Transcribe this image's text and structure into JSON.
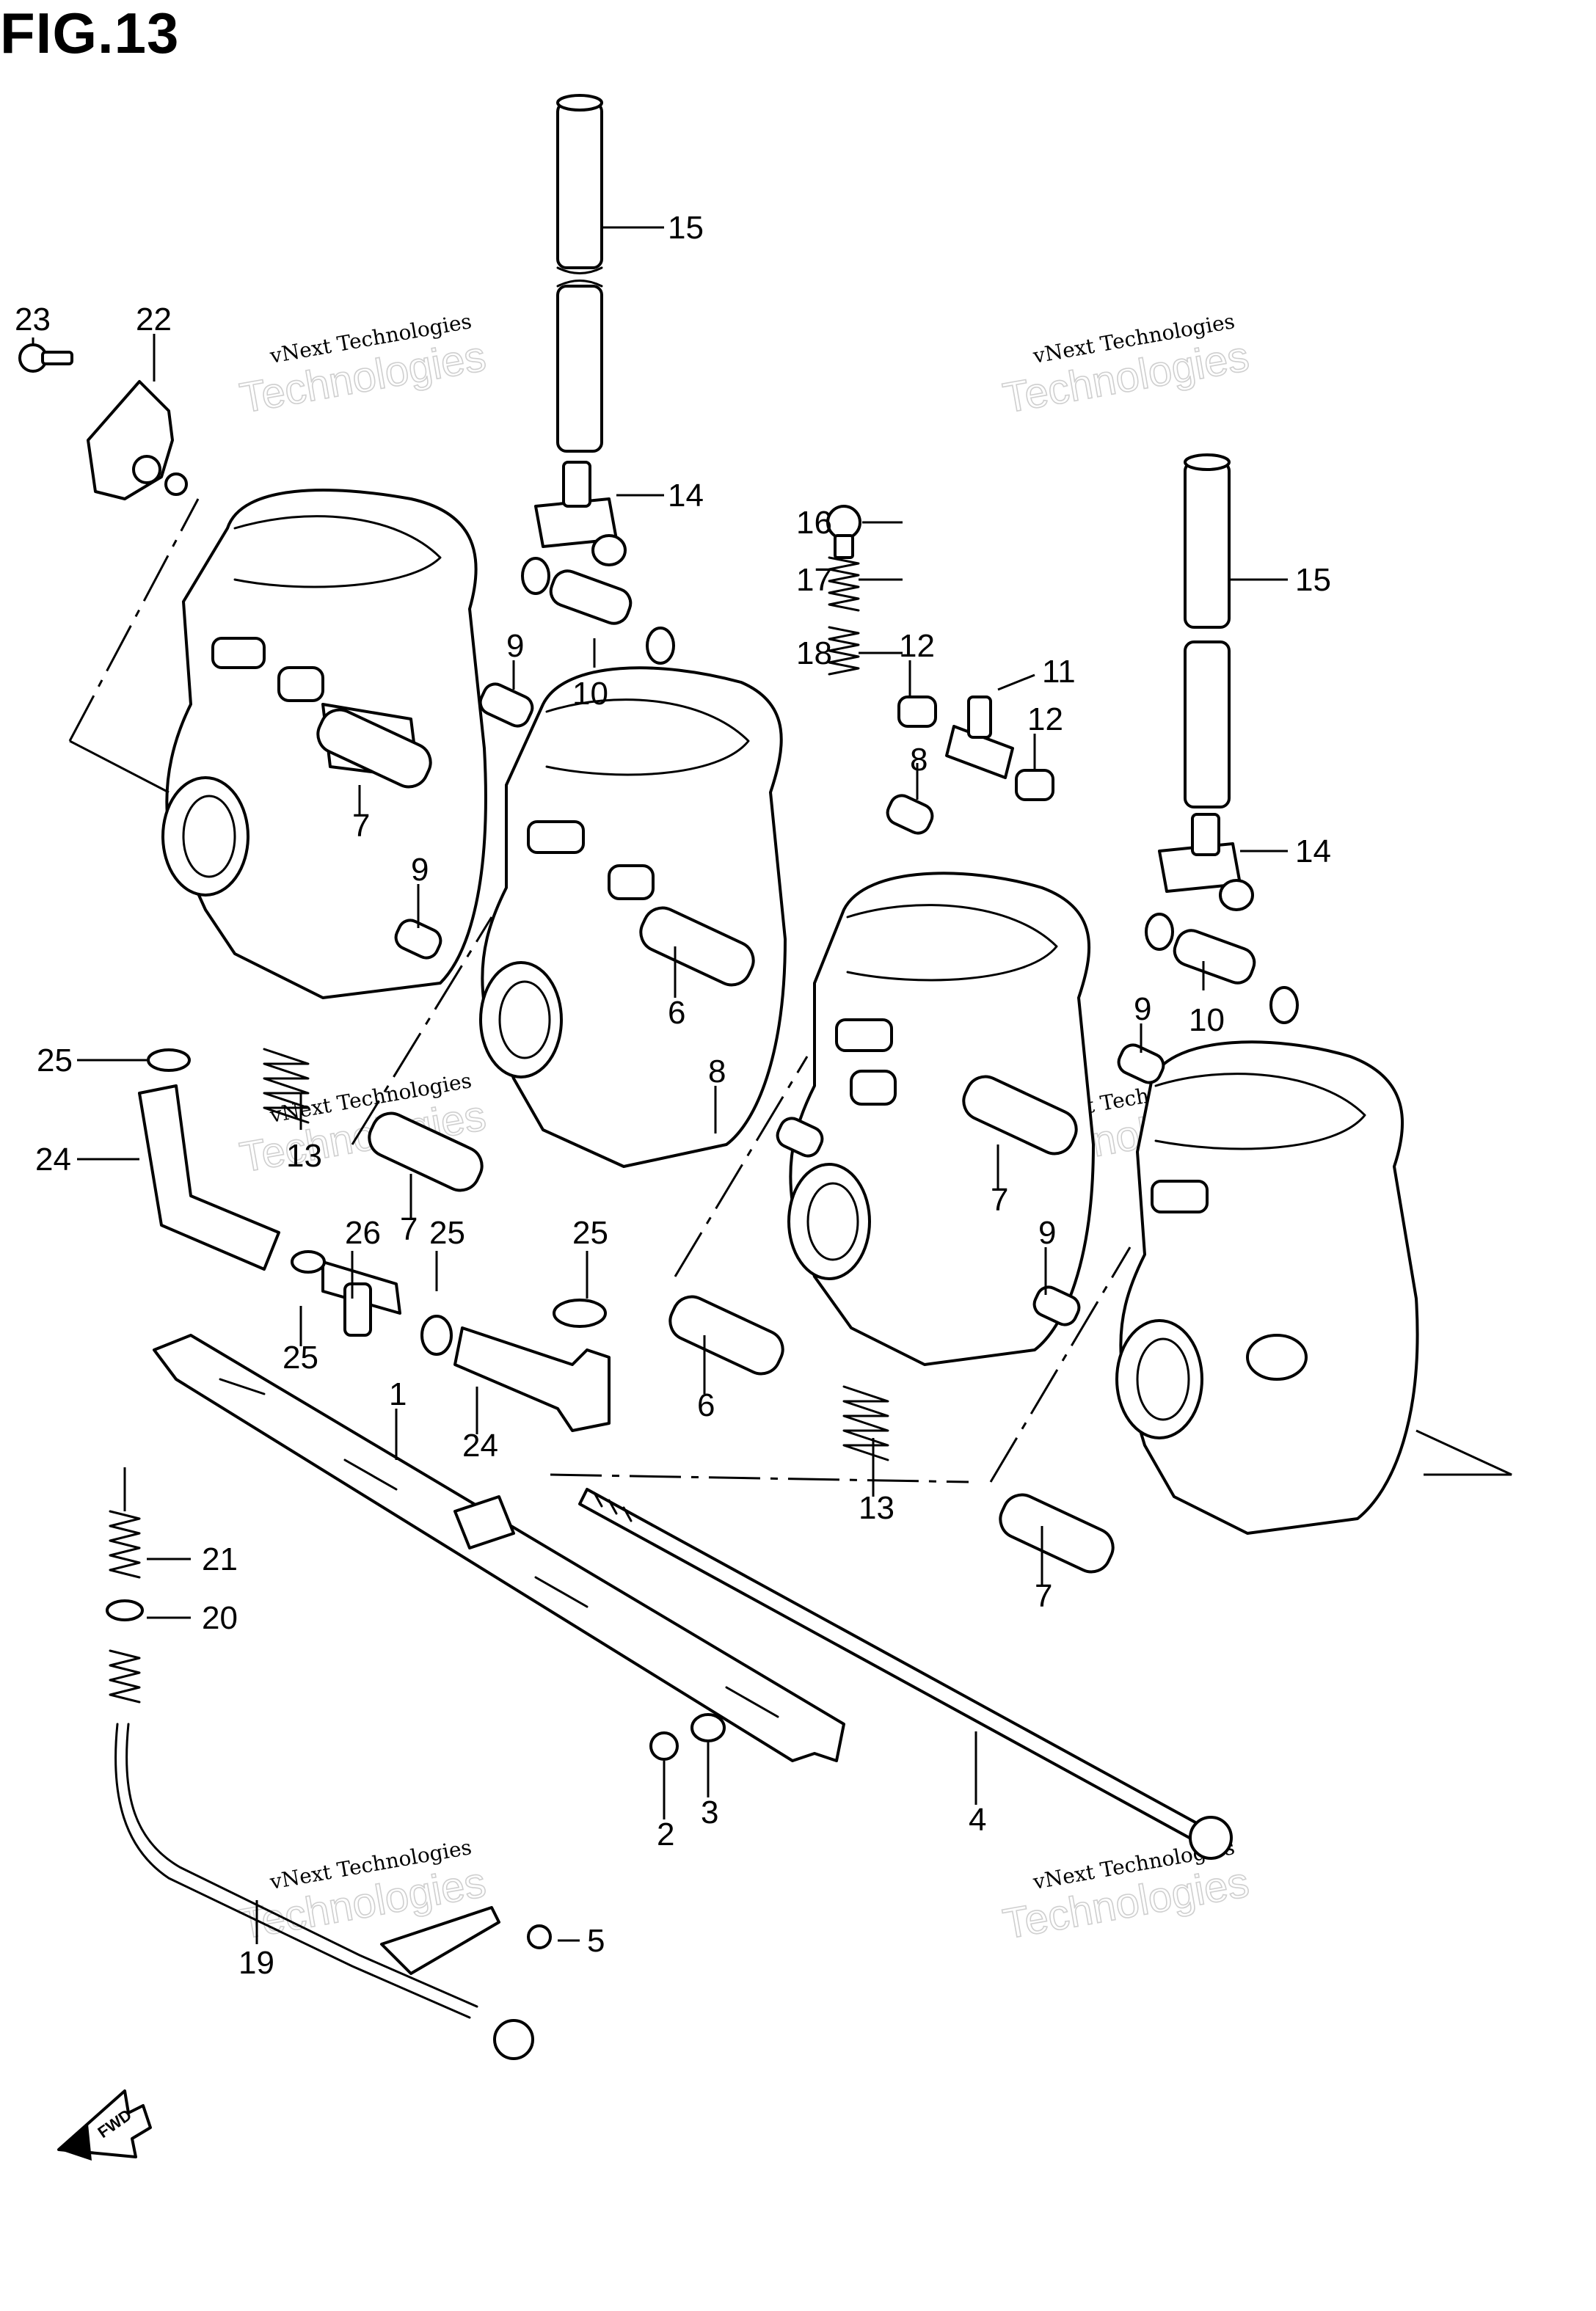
{
  "figure_title": "FIG.13",
  "watermark": {
    "line1": "vNext Technologies",
    "line2": "Technologies"
  },
  "fwd_label": "FWD",
  "callouts": {
    "c1": "1",
    "c2": "2",
    "c3": "3",
    "c4": "4",
    "c5": "5",
    "c6a": "6",
    "c6b": "6",
    "c7a": "7",
    "c7b": "7",
    "c7c": "7",
    "c7d": "7",
    "c8a": "8",
    "c8b": "8",
    "c9a": "9",
    "c9b": "9",
    "c9c": "9",
    "c9d": "9",
    "c10a": "10",
    "c10b": "10",
    "c11": "11",
    "c12a": "12",
    "c12b": "12",
    "c13a": "13",
    "c13b": "13",
    "c14a": "14",
    "c14b": "14",
    "c15a": "15",
    "c15b": "15",
    "c16": "16",
    "c17": "17",
    "c18": "18",
    "c19": "19",
    "c20": "20",
    "c21": "21",
    "c22": "22",
    "c23": "23",
    "c24a": "24",
    "c24b": "24",
    "c25a": "25",
    "c25b": "25",
    "c25c": "25",
    "c25d": "25",
    "c26": "26"
  }
}
